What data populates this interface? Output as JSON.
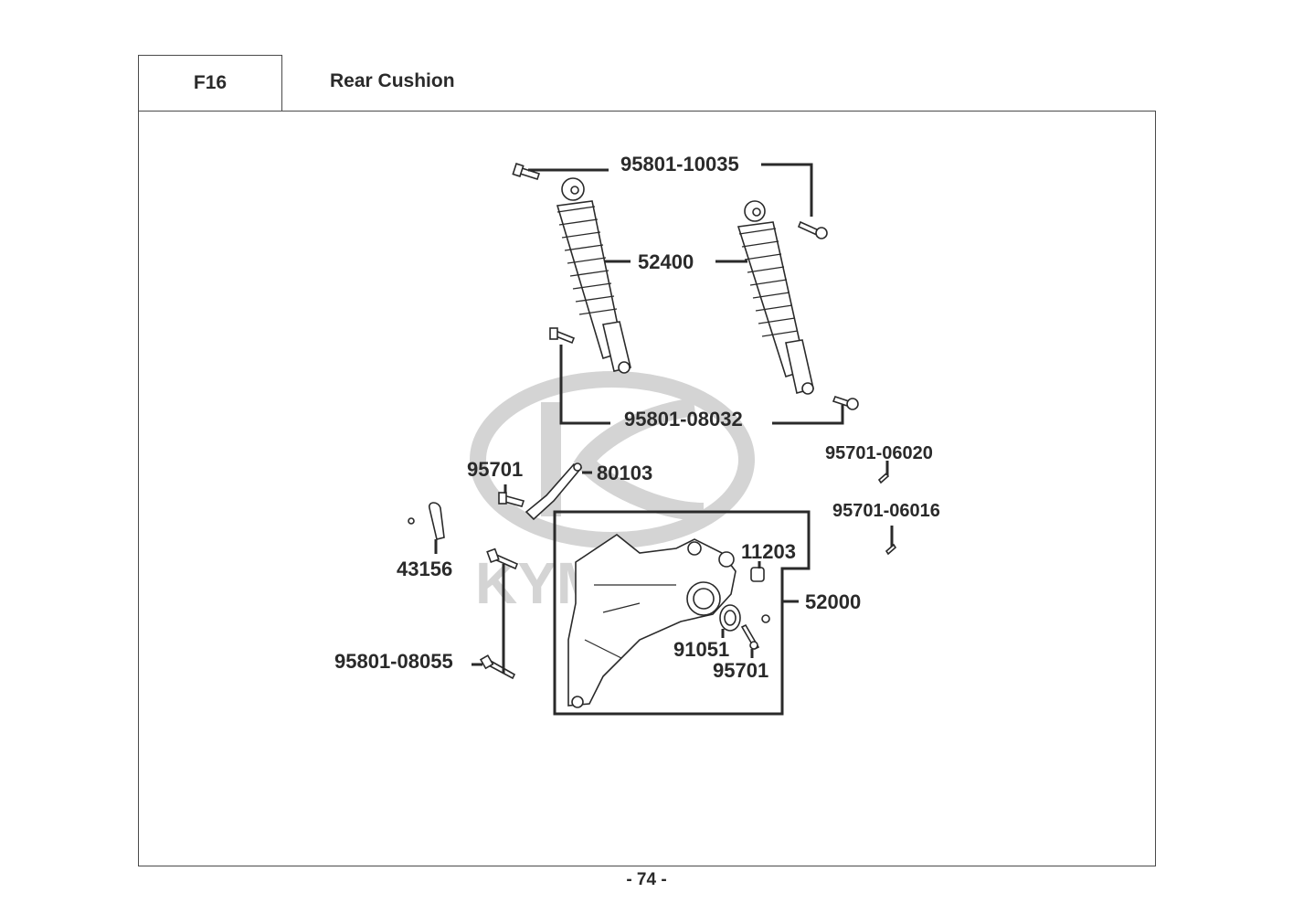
{
  "header": {
    "section_code": "F16",
    "section_title": "Rear Cushion"
  },
  "watermark": {
    "brand": "KYMCO"
  },
  "callouts": [
    {
      "id": "bolt-upper",
      "part_number": "95801-10035"
    },
    {
      "id": "rear-cushion",
      "part_number": "52400"
    },
    {
      "id": "bolt-lower",
      "part_number": "95801-08032"
    },
    {
      "id": "bolt-95701-06020",
      "part_number": "95701-06020"
    },
    {
      "id": "bolt-95701-06016",
      "part_number": "95701-06016"
    },
    {
      "id": "bolt-95701-left",
      "part_number": "95701"
    },
    {
      "id": "bracket",
      "part_number": "80103"
    },
    {
      "id": "clamp",
      "part_number": "43156"
    },
    {
      "id": "collar",
      "part_number": "11203"
    },
    {
      "id": "rear-fork-assy",
      "part_number": "52000"
    },
    {
      "id": "bearing",
      "part_number": "91051"
    },
    {
      "id": "bolt-95701-right",
      "part_number": "95701"
    },
    {
      "id": "bolt-long",
      "part_number": "95801-08055"
    }
  ],
  "footer": {
    "page_number": "- 74 -"
  }
}
